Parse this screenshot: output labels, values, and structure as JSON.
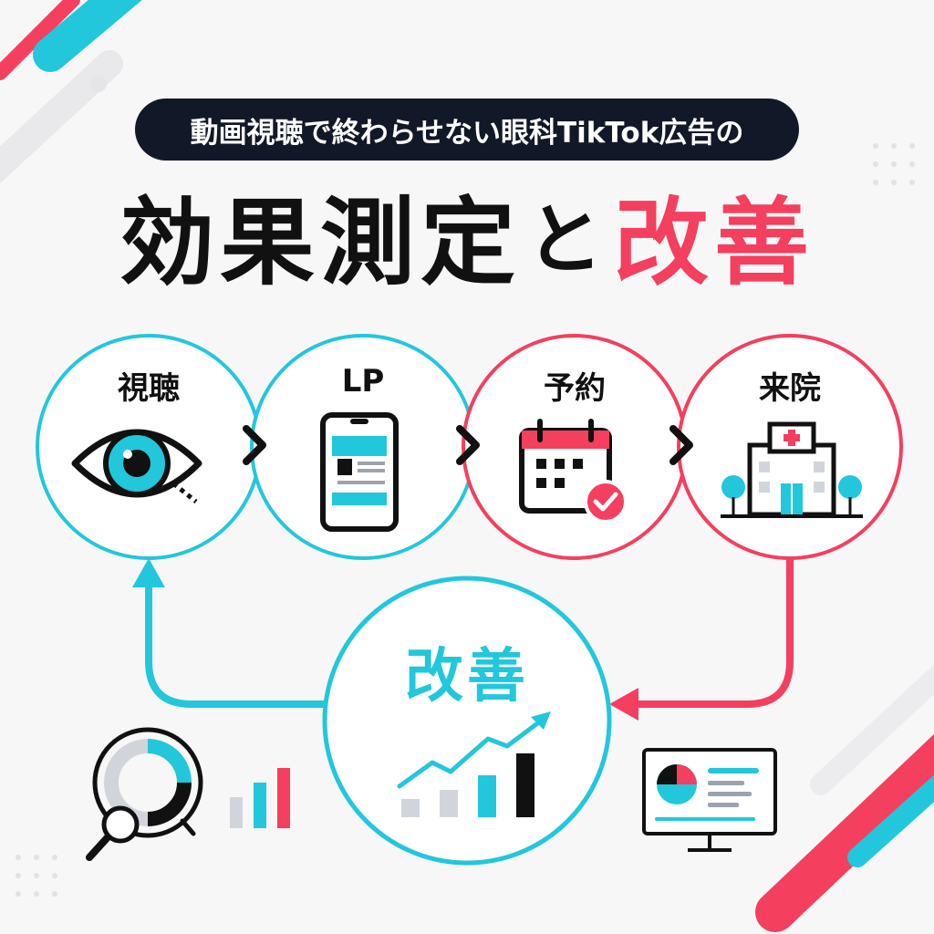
{
  "header": {
    "subtitle": "動画視聴で終わらせない眼科TikTok広告の",
    "title_part1": "効果測定",
    "title_join": "と",
    "title_part2": "改善"
  },
  "flow": {
    "steps": [
      {
        "label": "視聴",
        "icon": "eye-icon"
      },
      {
        "label": "LP",
        "icon": "smartphone-icon"
      },
      {
        "label": "予約",
        "icon": "calendar-check-icon"
      },
      {
        "label": "来院",
        "icon": "hospital-icon"
      }
    ],
    "center_label": "改善"
  },
  "colors": {
    "cyan": "#22c7dc",
    "pink": "#f43f5e",
    "dark": "#111827",
    "background": "#f7f7f8"
  },
  "decorations": [
    "magnifier-donut-chart-icon",
    "bar-chart-icon",
    "growth-chart-icon",
    "monitor-dashboard-icon"
  ]
}
